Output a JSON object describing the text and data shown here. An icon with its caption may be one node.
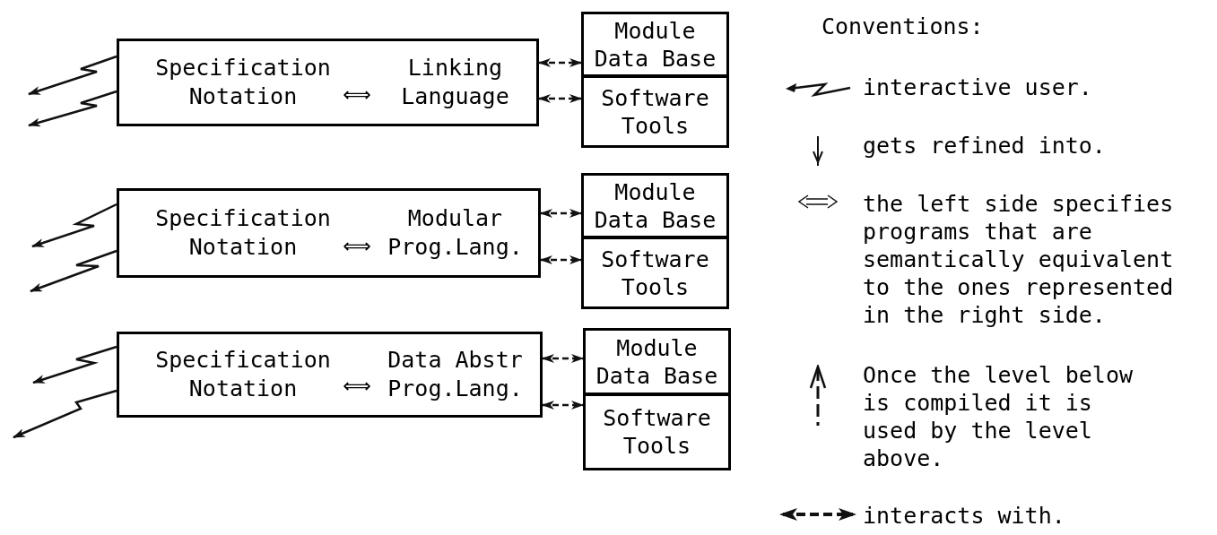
{
  "diagram": {
    "nodes": [
      {
        "text": [
          "Specification Notation",
          "⟺",
          "Linking Language"
        ]
      },
      {
        "text": [
          "Module Data Base"
        ]
      },
      {
        "text": [
          "Software Tools"
        ]
      },
      {
        "text": [
          "Specification Notation",
          "⟺",
          "Modular Prog.Lang."
        ]
      },
      {
        "text": [
          "Module Data Base"
        ]
      },
      {
        "text": [
          "Software Tools"
        ]
      },
      {
        "text": [
          "Specification Notation",
          "⟺",
          "Data Abstr Prog.Lang."
        ]
      },
      {
        "text": [
          "Module Data Base"
        ]
      },
      {
        "text": [
          "Software Tools"
        ]
      }
    ],
    "edges": [
      {
        "from": 0,
        "to": null,
        "arrow": "to"
      },
      {
        "from": 0,
        "to": null,
        "arrow": "to"
      },
      {
        "from": 0,
        "to": 1,
        "arrow": "both",
        "style": "dashed"
      },
      {
        "from": 0,
        "to": 2,
        "arrow": "both",
        "style": "dashed"
      },
      {
        "from": 3,
        "to": null,
        "arrow": "to"
      },
      {
        "from": 3,
        "to": null,
        "arrow": "to"
      },
      {
        "from": 3,
        "to": 4,
        "arrow": "both",
        "style": "dashed"
      },
      {
        "from": 3,
        "to": 5,
        "arrow": "both",
        "style": "dashed"
      },
      {
        "from": 6,
        "to": null,
        "arrow": "to"
      },
      {
        "from": 6,
        "to": null,
        "arrow": "to"
      },
      {
        "from": 6,
        "to": 7,
        "arrow": "both",
        "style": "dashed"
      },
      {
        "from": 6,
        "to": 8,
        "arrow": "both",
        "style": "dashed"
      }
    ],
    "labels": [
      "Conventions:"
    ],
    "legend": [
      {
        "text": "interactive user."
      },
      {
        "text": "gets refined into."
      },
      {
        "text": "the left side specifies programs that are semantically equivalent to the ones represented in the right side."
      },
      {
        "text": "Once the level below is compiled it is used by the level above."
      },
      {
        "text": "interacts with."
      }
    ]
  }
}
